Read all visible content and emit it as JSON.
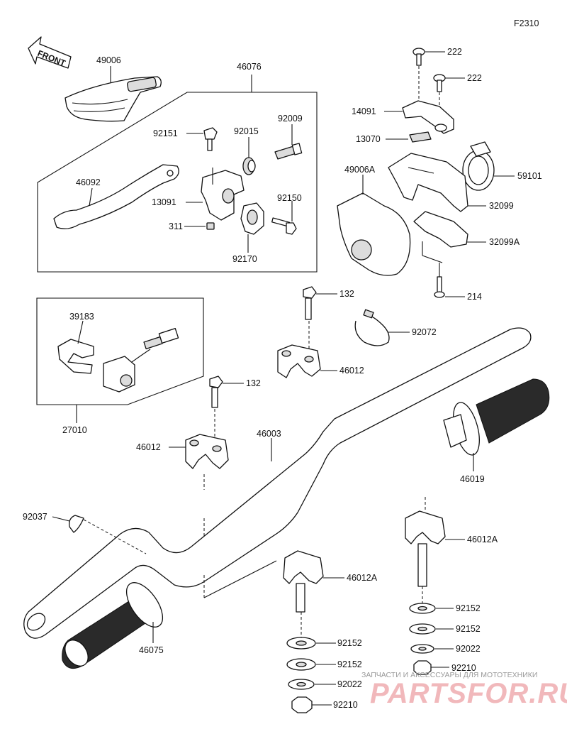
{
  "figure_code": "F2310",
  "front_label": "FRONT",
  "watermark": {
    "caption": "ЗАПЧАСТИ И АКСЕССУАРЫ ДЛЯ МОТОТЕХНИКИ",
    "logo": "PARTSFOR.RU"
  },
  "callouts": {
    "c49006": "49006",
    "c46076": "46076",
    "c92151": "92151",
    "c92015": "92015",
    "c92009": "92009",
    "c46092": "46092",
    "c13091": "13091",
    "c92150": "92150",
    "c311": "311",
    "c92170": "92170",
    "c222a": "222",
    "c222b": "222",
    "c14091": "14091",
    "c13070": "13070",
    "c49006A": "49006A",
    "c59101": "59101",
    "c32099": "32099",
    "c32099A": "32099A",
    "c214": "214",
    "c132a": "132",
    "c92072": "92072",
    "c39183": "39183",
    "c46012a": "46012",
    "c27010": "27010",
    "c132b": "132",
    "c46012b": "46012",
    "c46003": "46003",
    "c46019": "46019",
    "c92037": "92037",
    "c46012Aa": "46012A",
    "c46012Ab": "46012A",
    "c92152a": "92152",
    "c92152b": "92152",
    "c92022a": "92022",
    "c92210a": "92210",
    "c46075": "46075",
    "c92152c": "92152",
    "c92152d": "92152",
    "c92022b": "92022",
    "c92210b": "92210"
  }
}
